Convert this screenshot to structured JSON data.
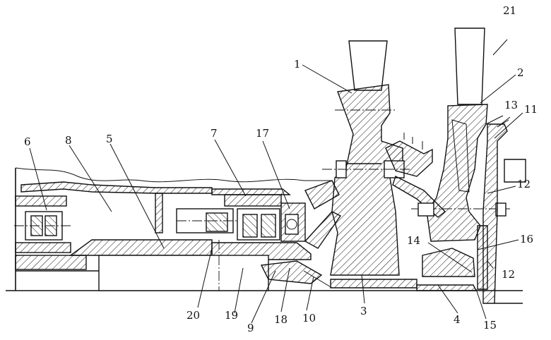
{
  "callouts": [
    {
      "id": "1",
      "text": "1"
    },
    {
      "id": "2",
      "text": "2"
    },
    {
      "id": "3",
      "text": "3"
    },
    {
      "id": "4",
      "text": "4"
    },
    {
      "id": "5",
      "text": "5"
    },
    {
      "id": "6",
      "text": "6"
    },
    {
      "id": "7",
      "text": "7"
    },
    {
      "id": "8",
      "text": "8"
    },
    {
      "id": "9",
      "text": "9"
    },
    {
      "id": "10",
      "text": "10"
    },
    {
      "id": "11",
      "text": "11"
    },
    {
      "id": "12a",
      "text": "12"
    },
    {
      "id": "12b",
      "text": "12"
    },
    {
      "id": "13",
      "text": "13"
    },
    {
      "id": "14",
      "text": "14"
    },
    {
      "id": "15",
      "text": "15"
    },
    {
      "id": "16",
      "text": "16"
    },
    {
      "id": "17",
      "text": "17"
    },
    {
      "id": "18",
      "text": "18"
    },
    {
      "id": "19",
      "text": "19"
    },
    {
      "id": "20",
      "text": "20"
    },
    {
      "id": "21",
      "text": "21"
    }
  ]
}
